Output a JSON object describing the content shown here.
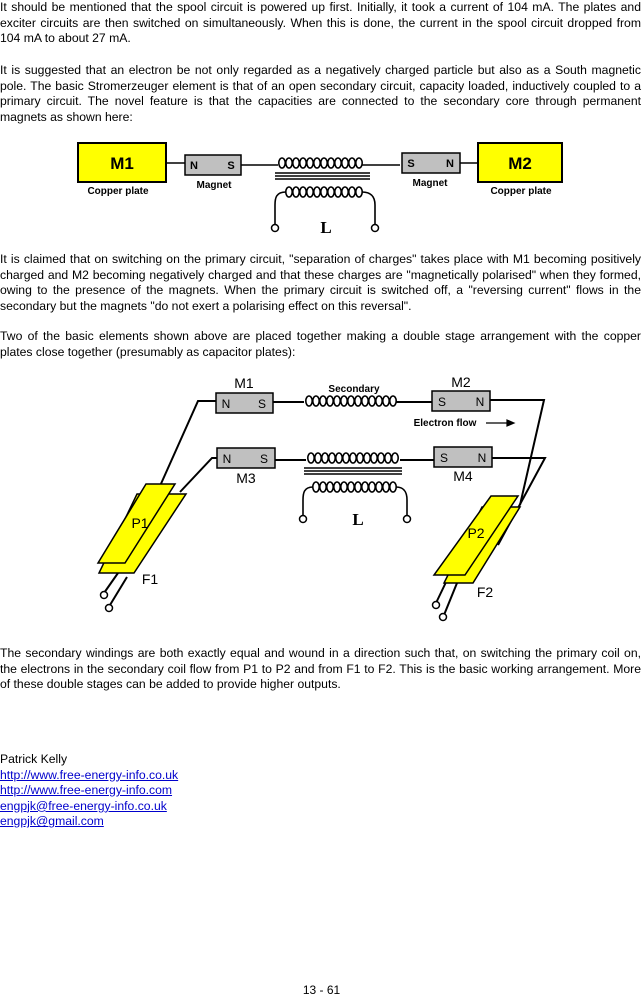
{
  "paragraphs": {
    "p1": "It should be mentioned that the spool circuit is powered up first.  Initially, it took a current of  104 mA.  The plates and exciter circuits are then switched on simultaneously.  When this is done, the current in the spool circuit dropped from 104 mA to about 27 mA.",
    "p2": "It is suggested that an electron be not only regarded as a negatively charged particle but also as a South magnetic pole.  The basic Stromerzeuger element is that of an open secondary circuit, capacity loaded, inductively coupled to a primary circuit.  The novel feature is that the capacities are connected to the secondary core through permanent magnets as shown here:",
    "p3": "It is claimed that on switching on the primary circuit, \"separation of charges\" takes place with M1 becoming positively charged and M2 becoming negatively charged and that these charges are \"magnetically polarised\" when they formed, owing to the presence of the magnets.  When the primary circuit is switched off, a \"reversing current\" flows in the secondary but the magnets \"do not exert a polarising effect on this reversal\".",
    "p4": "Two of the basic elements shown above are placed together making a double stage arrangement with the copper plates close together (presumably as capacitor plates):",
    "p5": "The secondary windings are both exactly equal and wound in a direction such that, on switching the primary coil on, the electrons in the secondary coil flow from P1 to P2 and from F1 to F2.  This is the basic working arrangement.  More of these double stages can be added to provide higher outputs."
  },
  "diagram1": {
    "m1": "M1",
    "m2": "M2",
    "copper_left": "Copper plate",
    "copper_right": "Copper plate",
    "magnet_left": "Magnet",
    "magnet_right": "Magnet",
    "n": "N",
    "s": "S",
    "coil": "L"
  },
  "diagram2": {
    "m1": "M1",
    "m2": "M2",
    "m3": "M3",
    "m4": "M4",
    "secondary": "Secondary",
    "electron_flow": "Electron flow",
    "p1": "P1",
    "p2": "P2",
    "f1": "F1",
    "f2": "F2",
    "coil": "L",
    "n": "N",
    "s": "S"
  },
  "colors": {
    "plate_yellow": "#ffff00",
    "magnet_grey": "#c0c0c0",
    "link_blue": "#0000cc"
  },
  "contact": {
    "author": "Patrick Kelly",
    "link1": "http://www.free-energy-info.co.uk",
    "link2": "http://www.free-energy-info.com",
    "email1": "engpjk@free-energy-info.co.uk",
    "email2": "engpjk@gmail.com"
  },
  "footer": {
    "page_number": "13 - 61"
  }
}
